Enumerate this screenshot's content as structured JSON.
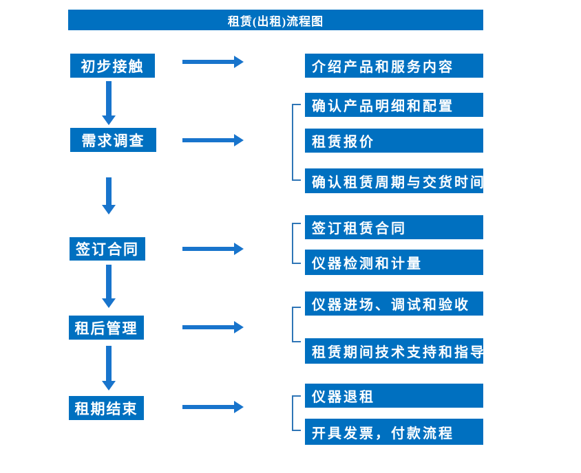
{
  "title": "租赁(出租)流程图",
  "colors": {
    "box_blue": "#0070C0",
    "arrow_blue": "#1874CC",
    "bracket_blue": "#2E75B6",
    "text": "#FFFFFF",
    "background": "#FFFFFF"
  },
  "steps": [
    {
      "label": "初步接触",
      "details": [
        "介绍产品和服务内容"
      ]
    },
    {
      "label": "需求调查",
      "details": [
        "确认产品明细和配置",
        "租赁报价",
        "确认租赁周期与交货时间"
      ]
    },
    {
      "label": "签订合同",
      "details": [
        "签订租赁合同",
        "仪器检测和计量"
      ]
    },
    {
      "label": "租后管理",
      "details": [
        "仪器进场、调试和验收",
        "租赁期间技术支持和指导"
      ]
    },
    {
      "label": "租期结束",
      "details": [
        "仪器退租",
        "开具发票，付款流程"
      ]
    }
  ]
}
